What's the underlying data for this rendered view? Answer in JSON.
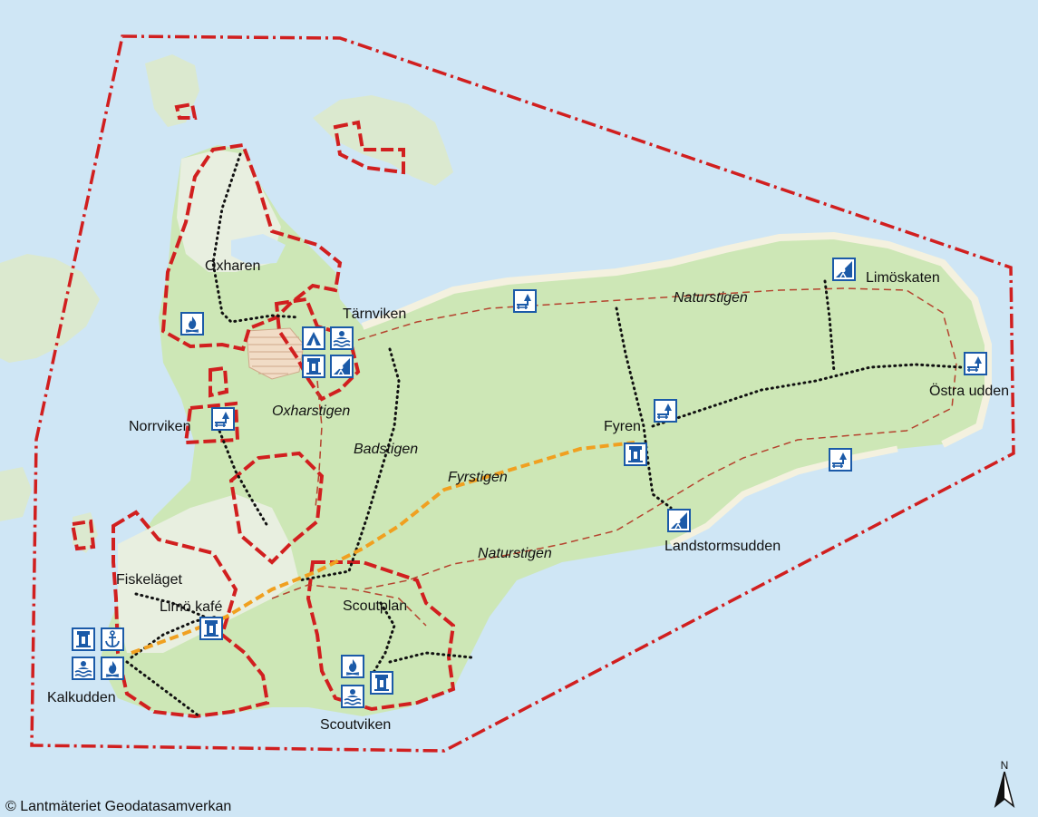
{
  "colors": {
    "water": "#cfe6f5",
    "land": "#cde7b6",
    "land_inner": "#e6f1d9",
    "boundary": "#d11f1f",
    "trail_dotted": "#111111",
    "trail_dashed": "#b5432e",
    "fyrstigen": "#f0a020",
    "icon_blue": "#1b5aa8"
  },
  "places": {
    "oxharen": "Oxharen",
    "tarnviken": "Tärnviken",
    "norrviken": "Norrviken",
    "fyren": "Fyren",
    "limoskaten": "Limöskaten",
    "ostra_udden": "Östra udden",
    "landstormsudden": "Landstormsudden",
    "fiskelaget": "Fiskeläget",
    "limo_kafe": "Limö kafé",
    "scoutplan": "Scoutplan",
    "kalkudden": "Kalkudden",
    "scoutviken": "Scoutviken"
  },
  "trails": {
    "naturstigen_north": "Naturstigen",
    "naturstigen_south": "Naturstigen",
    "oxharstigen": "Oxharstigen",
    "badstigen": "Badstigen",
    "fyrstigen": "Fyrstigen"
  },
  "icons": {
    "fireplace": "fireplace-icon",
    "camping": "tent-icon",
    "bathing": "swimming-icon",
    "toilet": "toilet-icon",
    "viewpoint": "viewpoint-icon",
    "picnic": "picnic-table-icon",
    "anchor": "anchor-icon"
  },
  "copyright": "© Lantmäteriet Geodatasamverkan",
  "north_label": "N"
}
